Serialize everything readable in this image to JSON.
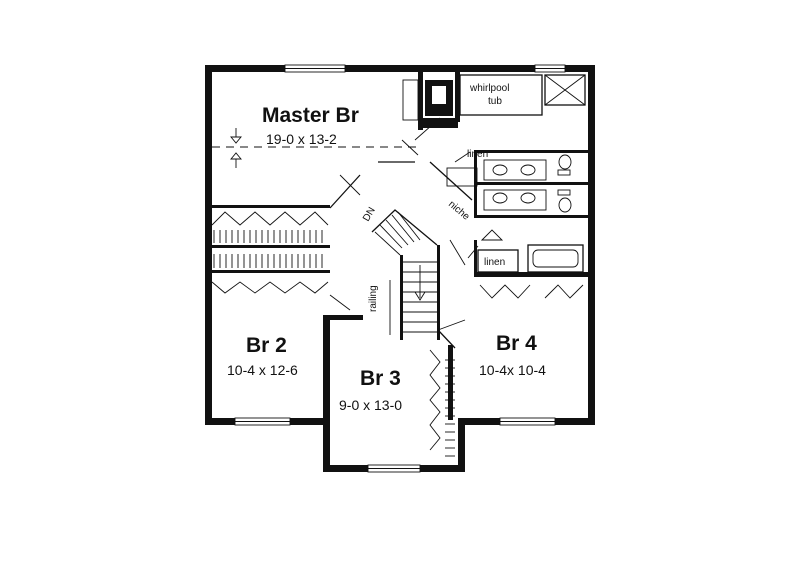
{
  "rooms": {
    "master": {
      "name": "Master Br",
      "dims": "19-0 x 13-2"
    },
    "br2": {
      "name": "Br 2",
      "dims": "10-4 x 12-6"
    },
    "br3": {
      "name": "Br 3",
      "dims": "9-0 x 13-0"
    },
    "br4": {
      "name": "Br 4",
      "dims": "10-4x 10-4"
    }
  },
  "labels": {
    "whirlpool_1": "whirlpool",
    "whirlpool_2": "tub",
    "linen_top": "linen",
    "linen_bath": "linen",
    "niche": "niche",
    "down": "DN",
    "railing": "railing"
  }
}
